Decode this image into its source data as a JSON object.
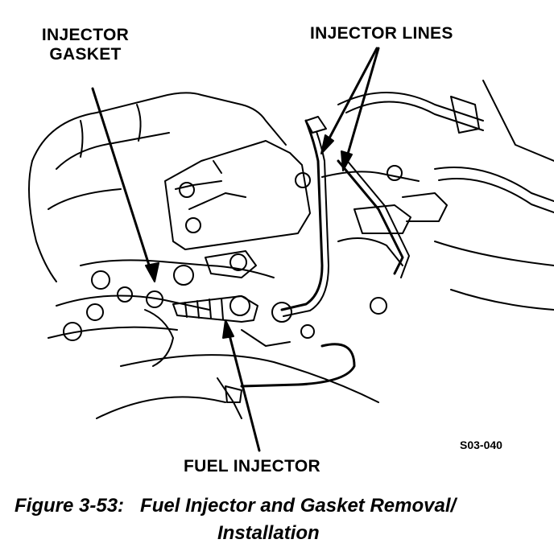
{
  "labels": {
    "injector_gasket_line1": "INJECTOR",
    "injector_gasket_line2": "GASKET",
    "injector_lines": "INJECTOR LINES",
    "fuel_injector": "FUEL INJECTOR"
  },
  "figure_code": "S03-040",
  "caption": {
    "number": "Figure 3-53:",
    "title_line1": "Fuel Injector and Gasket Removal/",
    "title_line2": "Installation"
  }
}
